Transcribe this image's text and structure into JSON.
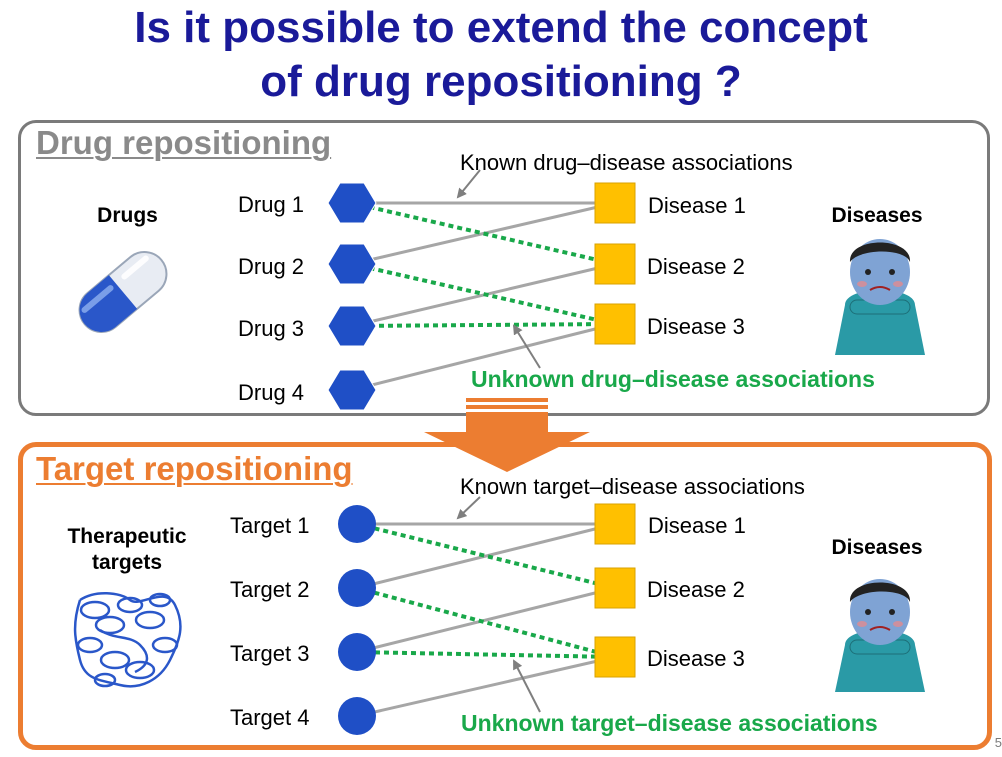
{
  "title": {
    "line1": "Is it possible to extend the concept",
    "line2": "of drug repositioning ?"
  },
  "drug_panel": {
    "heading": "Drug repositioning",
    "known_label": "Known drug–disease associations",
    "unknown_label": "Unknown drug–disease associations",
    "left_category": "Drugs",
    "right_category": "Diseases",
    "left_items": [
      "Drug 1",
      "Drug 2",
      "Drug 3",
      "Drug 4"
    ],
    "right_items": [
      "Disease 1",
      "Disease 2",
      "Disease 3"
    ]
  },
  "target_panel": {
    "heading": "Target repositioning",
    "known_label": "Known target–disease associations",
    "unknown_label": "Unknown target–disease associations",
    "left_category": "Therapeutic targets",
    "right_category": "Diseases",
    "left_items": [
      "Target 1",
      "Target 2",
      "Target 3",
      "Target 4"
    ],
    "right_items": [
      "Disease 1",
      "Disease 2",
      "Disease 3"
    ]
  },
  "page_number": "5",
  "icons": {
    "drug": "capsule-icon",
    "target": "protein-structure-icon",
    "disease": "sick-person-icon",
    "transition": "down-arrow-icon"
  },
  "colors": {
    "title": "#1a1a99",
    "drug_node": "#1f4fc6",
    "target_node": "#1f4fc6",
    "disease_node": "#ffc000",
    "known_edge": "#a6a6a6",
    "unknown_edge": "#19a84a",
    "accent": "#ec7d31"
  }
}
